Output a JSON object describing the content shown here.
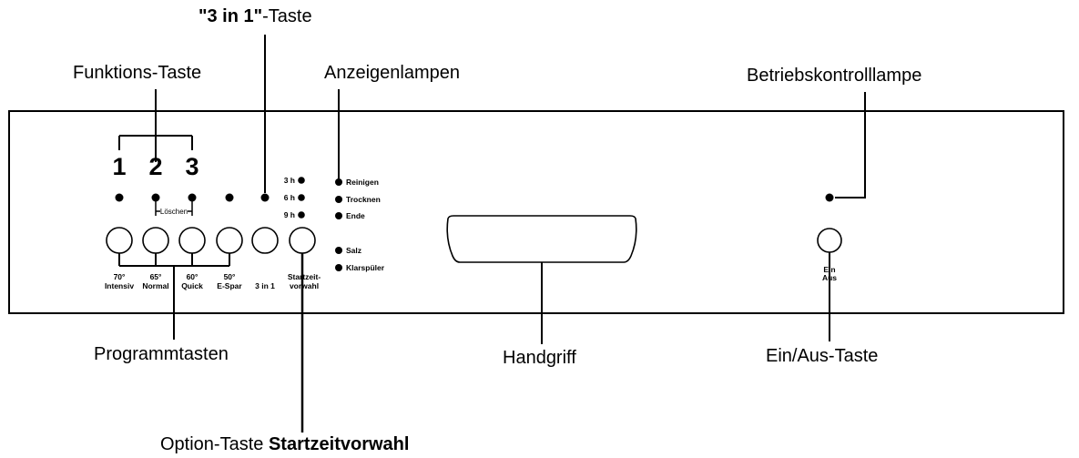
{
  "callouts": {
    "three_in_one_bold": "\"3 in 1\"",
    "three_in_one_rest": "-Taste",
    "funktions_taste": "Funktions-Taste",
    "anzeigenlampen": "Anzeigenlampen",
    "betriebskontrolllampe": "Betriebskontrolllampe",
    "programmtasten": "Programmtasten",
    "handgriff": "Handgriff",
    "ein_aus_taste": "Ein/Aus-Taste",
    "option_prefix": "Option-Taste ",
    "option_bold": "Startzeitvorwahl"
  },
  "panel": {
    "function_numbers": [
      "1",
      "2",
      "3"
    ],
    "loeschen": "Löschen",
    "program_buttons": [
      {
        "temp": "70°",
        "name": "Intensiv"
      },
      {
        "temp": "65°",
        "name": "Normal"
      },
      {
        "temp": "60°",
        "name": "Quick"
      },
      {
        "temp": "50°",
        "name": "E-Spar"
      }
    ],
    "three_in_one_label": "3 in 1",
    "start_delay_label_1": "Startzeit-",
    "start_delay_label_2": "vorwahl",
    "timer_hours": [
      "3 h",
      "6 h",
      "9 h"
    ],
    "status_lamps": [
      "Reinigen",
      "Trocknen",
      "Ende"
    ],
    "supply_lamps": [
      "Salz",
      "Klarspüler"
    ],
    "power_label_1": "Ein",
    "power_label_2": "Aus"
  }
}
